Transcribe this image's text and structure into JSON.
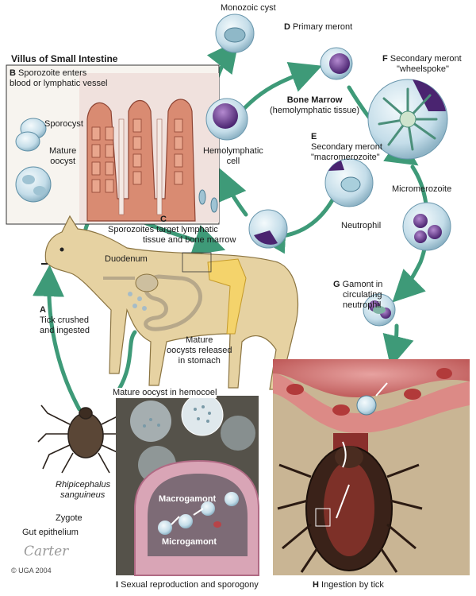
{
  "title": "Villus of Small Intestine",
  "monozoic_cyst": "Monozoic cyst",
  "D": {
    "letter": "D",
    "text": "Primary meront"
  },
  "F": {
    "letter": "F",
    "line1": "Secondary meront",
    "line2": "\"wheelspoke\""
  },
  "B": {
    "letter": "B",
    "line1": "Sporozoite enters",
    "line2": "blood or lymphatic vessel"
  },
  "sporocyst": "Sporocyst",
  "mature_oocyst": {
    "line1": "Mature",
    "line2": "oocyst"
  },
  "bone_marrow": {
    "line1": "Bone Marrow",
    "line2": "(hemolymphatic tissue)"
  },
  "E": {
    "letter": "E",
    "line1": "Secondary meront",
    "line2": "\"macromerozoite\""
  },
  "hemolymphatic_cell": {
    "line1": "Hemolymphatic",
    "line2": "cell"
  },
  "micromerozoite": "Micromerozoite",
  "neutrophil": "Neutrophil",
  "C": {
    "letter": "C",
    "line1": "Sporozoites target lymphatic",
    "line2": "tissue and bone marrow"
  },
  "duodenum": "Duodenum",
  "G": {
    "letter": "G",
    "line1": "Gamont in",
    "line2": "circulating",
    "line3": "neutrophil"
  },
  "A": {
    "letter": "A",
    "line1": "Tick crushed",
    "line2": "and ingested"
  },
  "stomach": {
    "line1": "Mature",
    "line2": "oocysts released",
    "line3": "in stomach"
  },
  "hemocoel": "Mature oocyst in hemocoel",
  "tick_name": {
    "line1": "Rhipicephalus",
    "line2": "sanguineus"
  },
  "macrogamont": "Macrogamont",
  "zygote": "Zygote",
  "gut_epithelium": "Gut epithelium",
  "microgamont": "Microgamont",
  "signature": "Carter",
  "copyright": "© UGA 2004",
  "I": {
    "letter": "I",
    "text": "Sexual reproduction and sporogony"
  },
  "H": {
    "letter": "H",
    "text": "Ingestion by tick"
  },
  "colors": {
    "arrow": "#3e9a78",
    "cell_purple": "#6a3d8f",
    "cell_blue": "#bcd8e6",
    "dog": "#e9d6a8",
    "tissue": "#c8786a"
  }
}
